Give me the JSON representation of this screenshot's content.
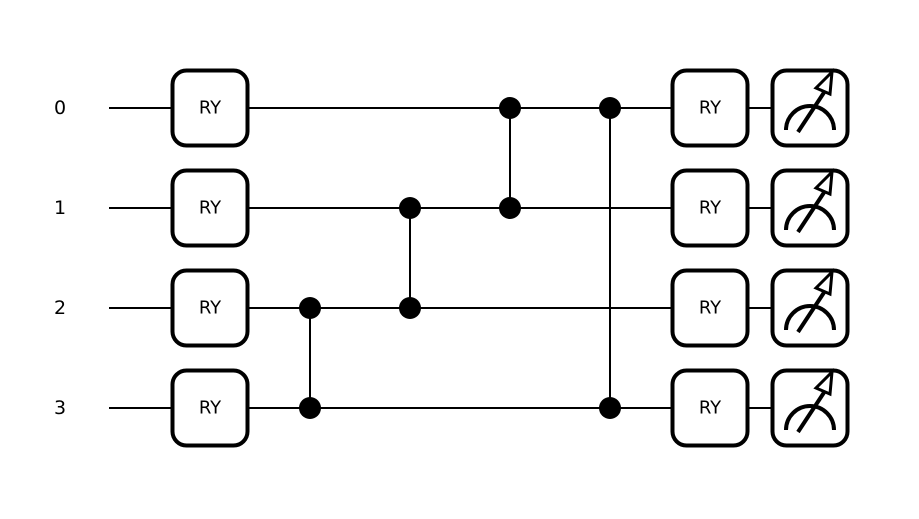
{
  "diagram": {
    "qubits": [
      "0",
      "1",
      "2",
      "3"
    ],
    "layers": [
      {
        "type": "single",
        "gate": "RY",
        "targets": [
          0,
          1,
          2,
          3
        ]
      },
      {
        "type": "cz",
        "qubits": [
          2,
          3
        ]
      },
      {
        "type": "cz",
        "qubits": [
          1,
          2
        ]
      },
      {
        "type": "cz",
        "qubits": [
          0,
          1
        ]
      },
      {
        "type": "cz",
        "qubits": [
          0,
          3
        ]
      },
      {
        "type": "single",
        "gate": "RY",
        "targets": [
          0,
          1,
          2,
          3
        ]
      },
      {
        "type": "measure",
        "targets": [
          0,
          1,
          2,
          3
        ]
      }
    ]
  }
}
